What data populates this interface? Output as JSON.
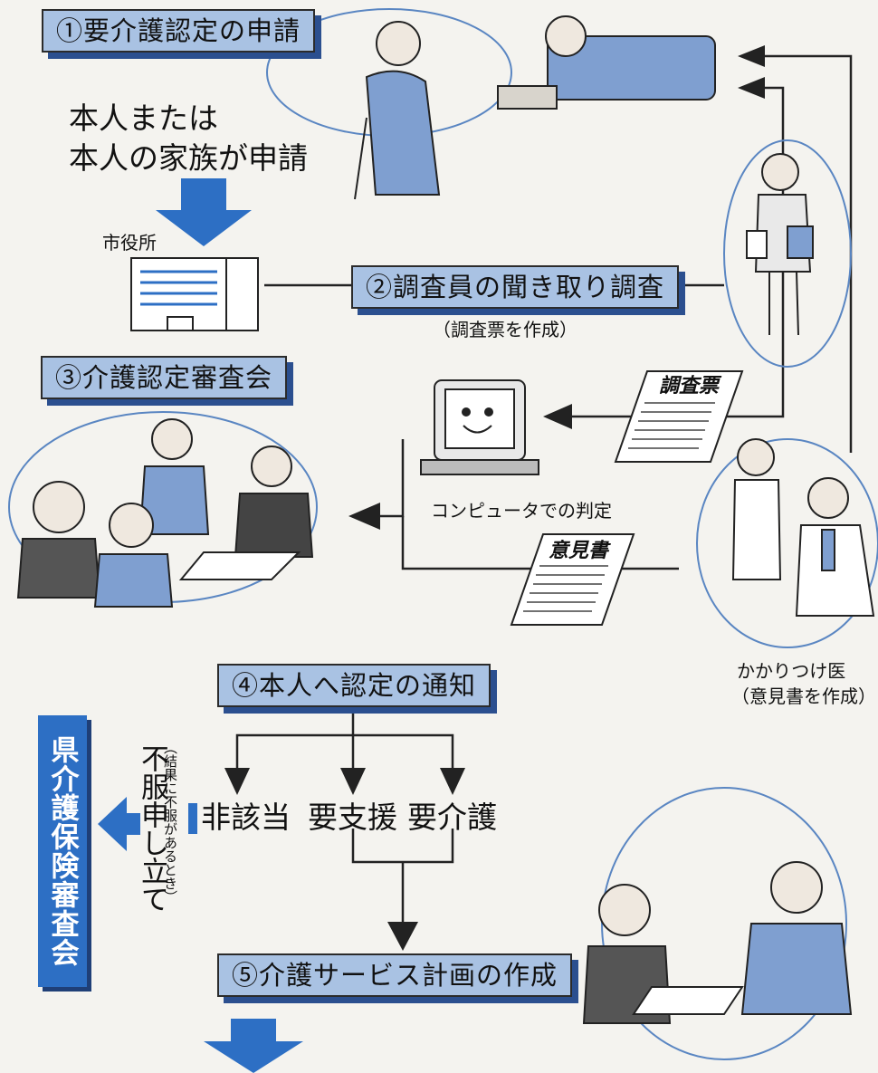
{
  "steps": {
    "step1": "①要介護認定の申請",
    "step2": "②調査員の聞き取り調査",
    "step3": "③介護認定審査会",
    "step4": "④本人へ認定の通知",
    "step5": "⑤介護サービス計画の作成"
  },
  "applicant": {
    "line1": "本人または",
    "line2": "本人の家族が申請"
  },
  "city_hall_label": "市役所",
  "survey_note": "（調査票を作成）",
  "documents": {
    "survey_sheet": "調査票",
    "opinion_sheet": "意見書"
  },
  "computer_label": "コンピュータでの判定",
  "doctor": {
    "line1": "かかりつけ医",
    "line2": "（意見書を作成）"
  },
  "outcomes": [
    "非該当",
    "要支援",
    "要介護"
  ],
  "appeal": {
    "main": "不服申し立て",
    "note": "（結果に不服があるとき）"
  },
  "prefecture_board": "県介護保険審査会",
  "colors": {
    "accent_blue": "#2d6fc4",
    "box_fill": "#a9c2e3",
    "shadow": "#2b4f8f"
  }
}
